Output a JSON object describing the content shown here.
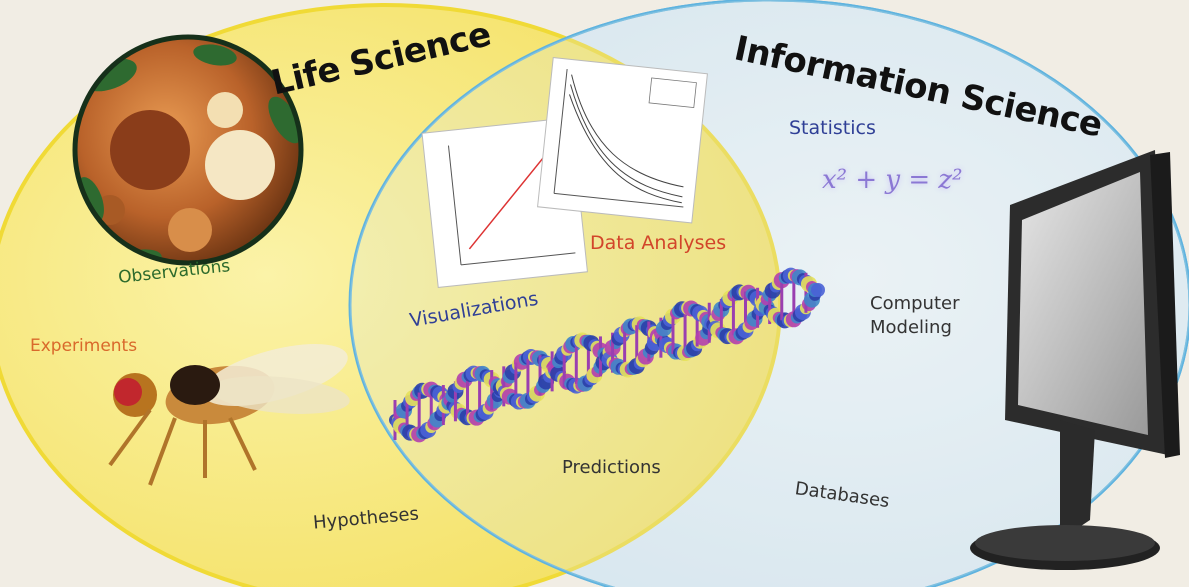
{
  "diagram": {
    "left_set": {
      "title": "Life Science",
      "fill": "#f7ea7a",
      "stroke": "#f2dd3c"
    },
    "right_set": {
      "title": "Information Science",
      "fill": "#e3eef7",
      "stroke": "#5fb3df"
    },
    "labels": {
      "observations": "Observations",
      "experiments": "Experiments",
      "hypotheses": "Hypotheses",
      "data_analyses": "Data Analyses",
      "visualizations": "Visualizations",
      "predictions": "Predictions",
      "statistics": "Statistics",
      "equation": "x² + y = z²",
      "computer_modeling": "Computer Modeling",
      "databases": "Databases"
    }
  }
}
